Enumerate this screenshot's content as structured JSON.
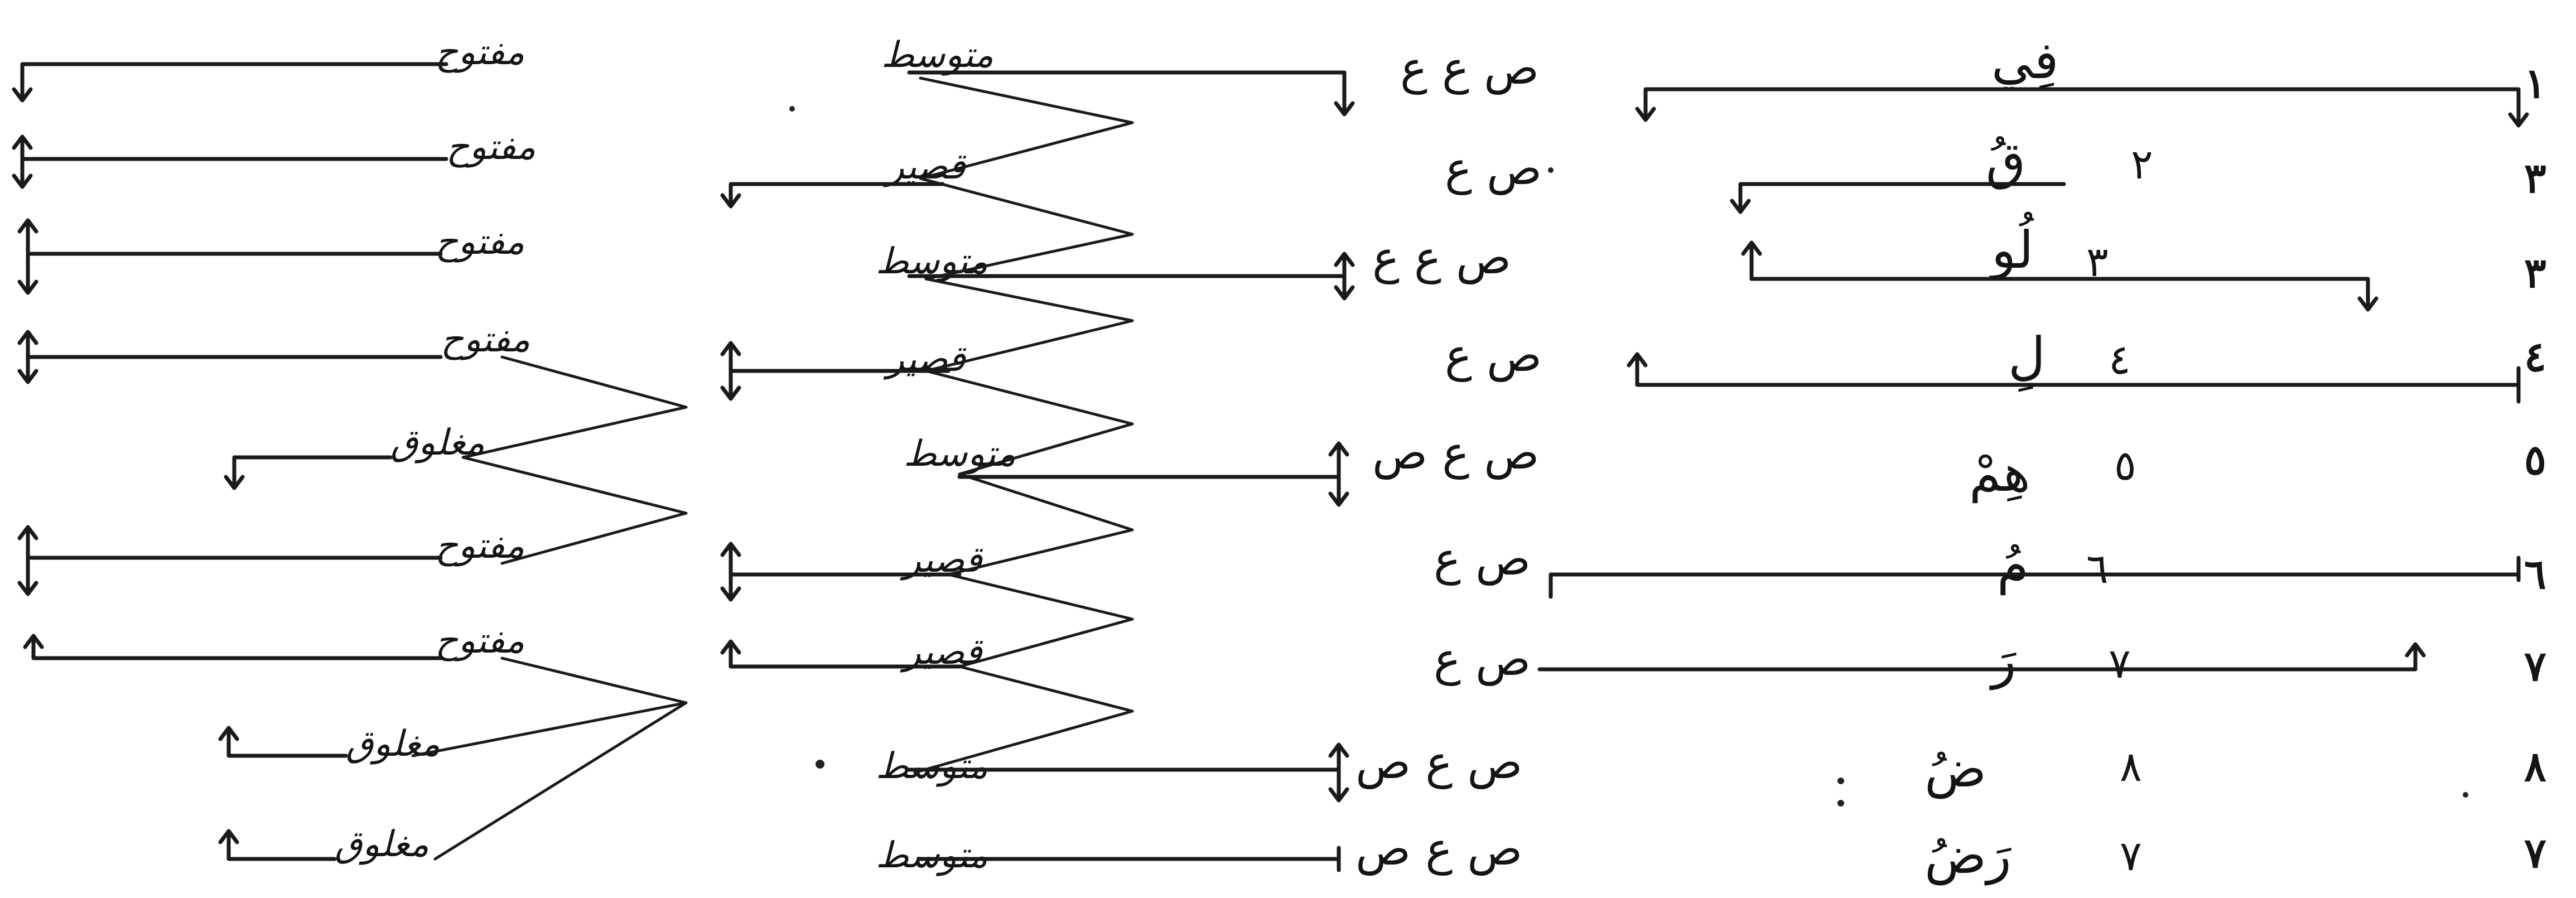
{
  "right_column": {
    "outer_numbers": [
      "١",
      "٣",
      "٣",
      "٤",
      "٥",
      "٦",
      "٧",
      "٨",
      "٧"
    ],
    "inner_numbers": [
      "",
      "٢",
      "٣",
      "٤",
      "٥",
      "٦",
      "٧",
      "٨",
      "٧"
    ],
    "syllables": [
      "فِي",
      "قُ",
      "لُو",
      "لِ",
      "هِمْ",
      "مُ",
      "رَ",
      "ضُ",
      "رَضُ"
    ]
  },
  "middle_column": {
    "patterns": [
      "ص ع ع",
      "ص ع",
      "ص ع ع",
      "ص ع",
      "ص ع ص",
      "ص ع",
      "ص ع",
      "ص ع ص",
      "ص ع ص"
    ],
    "lengths": [
      "متوسط",
      "قصير",
      "متوسط",
      "قصير",
      "متوسط",
      "قصير",
      "قصير",
      "متوسط",
      "متوسط"
    ]
  },
  "left_column": {
    "types": [
      "مفتوح",
      "مفتوح",
      "مفتوح",
      "مفتوح",
      "مغلوق",
      "مفتوح",
      "مفتوح",
      "مغلوق",
      "مغلوق"
    ]
  }
}
